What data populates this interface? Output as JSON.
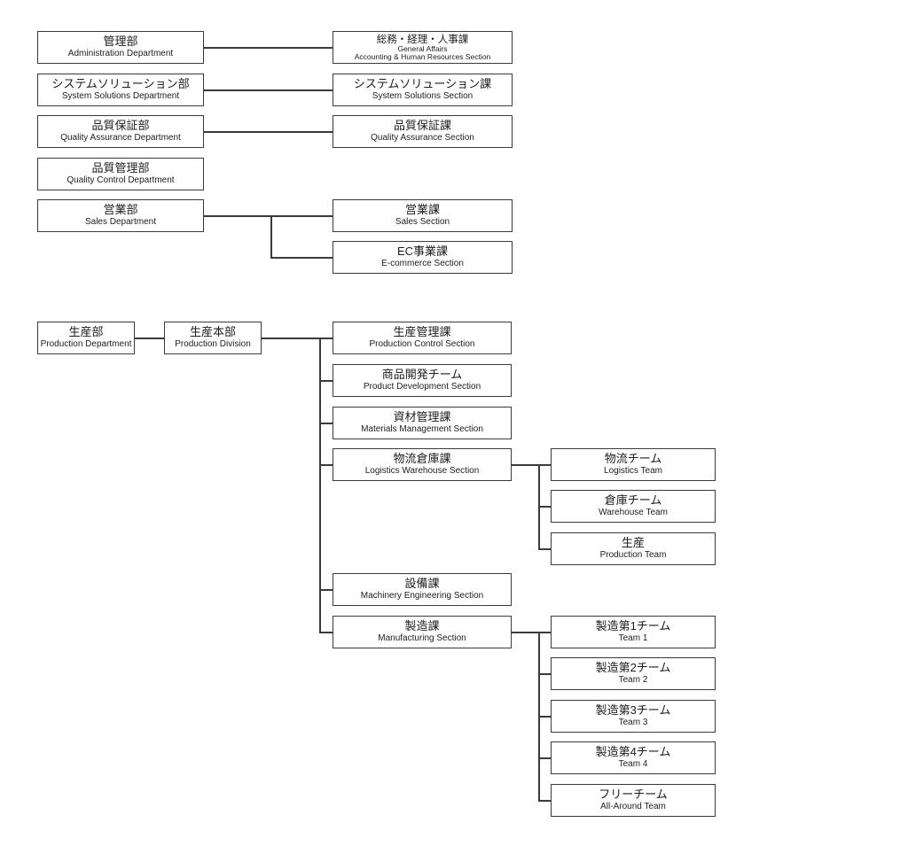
{
  "colors": {
    "box_border": "#3b3b3b",
    "line": "#3b3b3b",
    "text": "#1c1c1c",
    "background": "#ffffff"
  },
  "nodes": {
    "admin_dept": {
      "title": "管理部",
      "subtitle": "Administration Department"
    },
    "general_affairs_sec": {
      "title": "総務・経理・人事課",
      "subtitle": "General Affairs",
      "subtitle2": "Accounting & Human Resources Section"
    },
    "syssol_dept": {
      "title": "システムソリューション部",
      "subtitle": "System Solutions Department"
    },
    "syssol_sec": {
      "title": "システムソリューション課",
      "subtitle": "System Solutions Section"
    },
    "qa_dept": {
      "title": "品質保証部",
      "subtitle": "Quality Assurance Department"
    },
    "qa_sec": {
      "title": "品質保証課",
      "subtitle": "Quality Assurance Section"
    },
    "qc_dept": {
      "title": "品質管理部",
      "subtitle": "Quality Control Department"
    },
    "sales_dept": {
      "title": "営業部",
      "subtitle": "Sales Department"
    },
    "sales_sec": {
      "title": "営業課",
      "subtitle": "Sales Section"
    },
    "ec_sec": {
      "title": "EC事業課",
      "subtitle": "E-commerce Section"
    },
    "prod_dept": {
      "title": "生産部",
      "subtitle": "Production Department"
    },
    "prod_div": {
      "title": "生産本部",
      "subtitle": "Production Division"
    },
    "prod_ctrl_sec": {
      "title": "生産管理課",
      "subtitle": "Production Control Section"
    },
    "prod_dev_sec": {
      "title": "商品開発チーム",
      "subtitle": "Product Development Section"
    },
    "materials_sec": {
      "title": "資材管理課",
      "subtitle": "Materials Management Section"
    },
    "logistics_wh_sec": {
      "title": "物流倉庫課",
      "subtitle": "Logistics Warehouse Section"
    },
    "logistics_team": {
      "title": "物流チーム",
      "subtitle": "Logistics Team"
    },
    "warehouse_team": {
      "title": "倉庫チーム",
      "subtitle": "Warehouse Team"
    },
    "production_team": {
      "title": "生産",
      "subtitle": "Production Team"
    },
    "machinery_sec": {
      "title": "設備課",
      "subtitle": "Machinery Engineering Section"
    },
    "manufacturing_sec": {
      "title": "製造課",
      "subtitle": "Manufacturing Section"
    },
    "team1": {
      "title": "製造第1チーム",
      "subtitle": "Team 1"
    },
    "team2": {
      "title": "製造第2チーム",
      "subtitle": "Team 2"
    },
    "team3": {
      "title": "製造第3チーム",
      "subtitle": "Team 3"
    },
    "team4": {
      "title": "製造第4チーム",
      "subtitle": "Team 4"
    },
    "free_team": {
      "title": "フリーチーム",
      "subtitle": "All-Around Team"
    }
  }
}
